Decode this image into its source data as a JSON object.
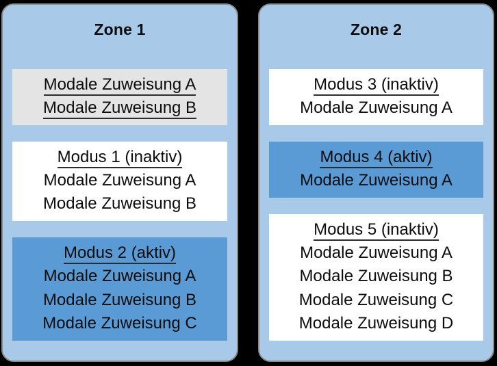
{
  "diagram": {
    "background_color": "#000000",
    "zone_fill": "#a9c9e9",
    "zone_border": "#8a8a8a",
    "box_colors": {
      "unassigned": "#e4e4e4",
      "inactive": "#ffffff",
      "active": "#5b9bd5"
    }
  },
  "zones": [
    {
      "id": "zone-1",
      "title": "Zone 1",
      "boxes": [
        {
          "id": "unassigned-zone-1",
          "state": "unassigned",
          "header": null,
          "header_underlined": false,
          "assignments": [
            "Modale Zuweisung A",
            "Modale Zuweisung B"
          ],
          "assignments_underlined": true
        },
        {
          "id": "modus-1",
          "state": "inactive",
          "header": "Modus 1 (inaktiv)",
          "header_underlined": true,
          "assignments": [
            "Modale Zuweisung A",
            "Modale Zuweisung B"
          ],
          "assignments_underlined": false
        },
        {
          "id": "modus-2",
          "state": "active",
          "header": "Modus 2 (aktiv)",
          "header_underlined": true,
          "assignments": [
            "Modale Zuweisung A",
            "Modale Zuweisung B",
            "Modale Zuweisung C"
          ],
          "assignments_underlined": false
        }
      ]
    },
    {
      "id": "zone-2",
      "title": "Zone 2",
      "boxes": [
        {
          "id": "modus-3",
          "state": "inactive",
          "header": "Modus 3 (inaktiv)",
          "header_underlined": true,
          "assignments": [
            "Modale Zuweisung A"
          ],
          "assignments_underlined": false
        },
        {
          "id": "modus-4",
          "state": "active",
          "header": "Modus 4 (aktiv)",
          "header_underlined": true,
          "assignments": [
            "Modale Zuweisung A"
          ],
          "assignments_underlined": false
        },
        {
          "id": "modus-5",
          "state": "inactive",
          "header": "Modus 5 (inaktiv)",
          "header_underlined": true,
          "assignments": [
            "Modale Zuweisung A",
            "Modale Zuweisung B",
            "Modale Zuweisung C",
            "Modale Zuweisung D"
          ],
          "assignments_underlined": false
        }
      ]
    }
  ]
}
